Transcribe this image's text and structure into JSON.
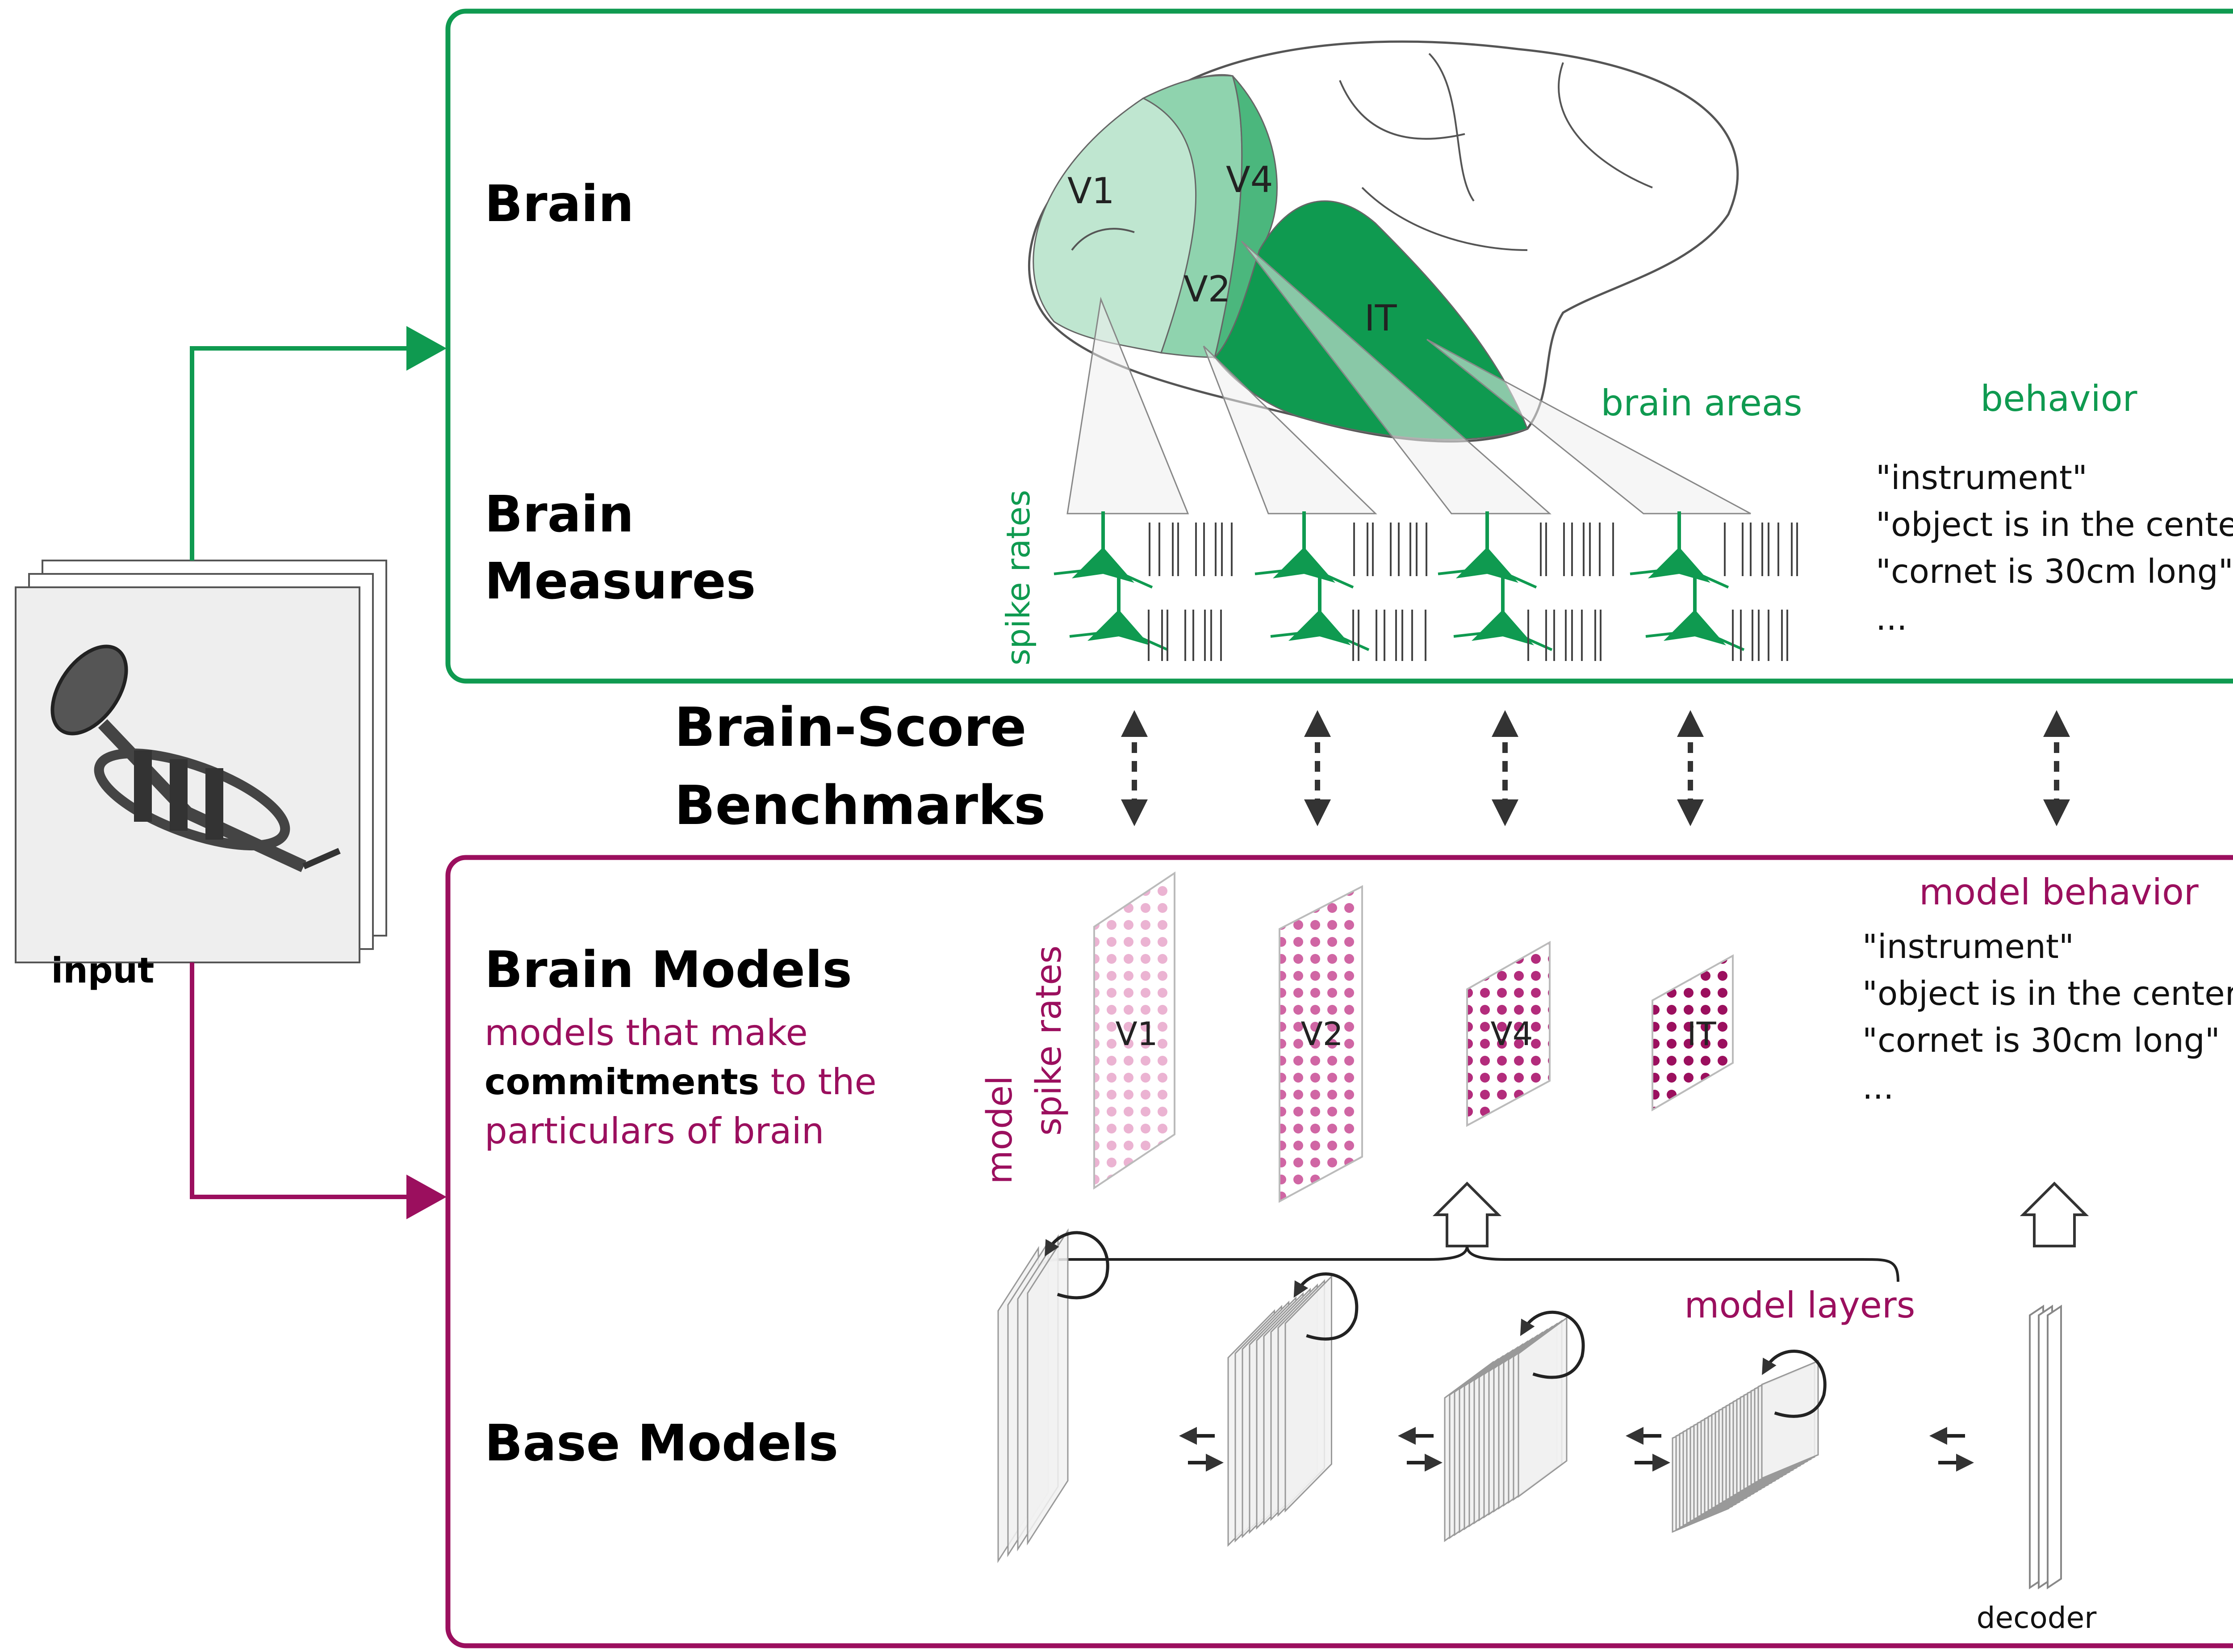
{
  "colors": {
    "green": "#0f9a50",
    "green_light": "#bfe6d0",
    "green_mid": "#6cc795",
    "magenta": "#9b0f5e",
    "magenta_light": "#e7a6c9",
    "magenta_mid": "#c74e92",
    "dark": "#333333"
  },
  "input": {
    "label": "input"
  },
  "brain": {
    "title": "Brain",
    "areas": {
      "v1": "V1",
      "v2": "V2",
      "v4": "V4",
      "it": "IT"
    },
    "areas_label": "brain areas",
    "behavior_label": "behavior"
  },
  "brain_measures": {
    "title_line1": "Brain",
    "title_line2": "Measures",
    "spike_rates_label": "spike rates",
    "behavior_quotes": [
      "\"instrument\"",
      "\"object is in the center\"",
      "\"cornet is 30cm long\"",
      "..."
    ]
  },
  "benchmarks": {
    "line1": "Brain-Score",
    "line2": "Benchmarks"
  },
  "brain_models": {
    "title": "Brain Models",
    "desc_line1": "models that make",
    "desc_line2_bold": "commitments",
    "desc_line2_rest": " to the",
    "desc_line3": "particulars of brain",
    "model_label_line1": "model",
    "model_label_line2": "spike rates",
    "layers": {
      "v1": "V1",
      "v2": "V2",
      "v4": "V4",
      "it": "IT"
    },
    "behavior_label": "model behavior",
    "behavior_quotes": [
      "\"instrument\"",
      "\"object is in the center\"",
      "\"cornet is 30cm long\"",
      "..."
    ]
  },
  "base_models": {
    "title": "Base Models",
    "layers_label": "model layers",
    "decoder_label": "decoder"
  }
}
